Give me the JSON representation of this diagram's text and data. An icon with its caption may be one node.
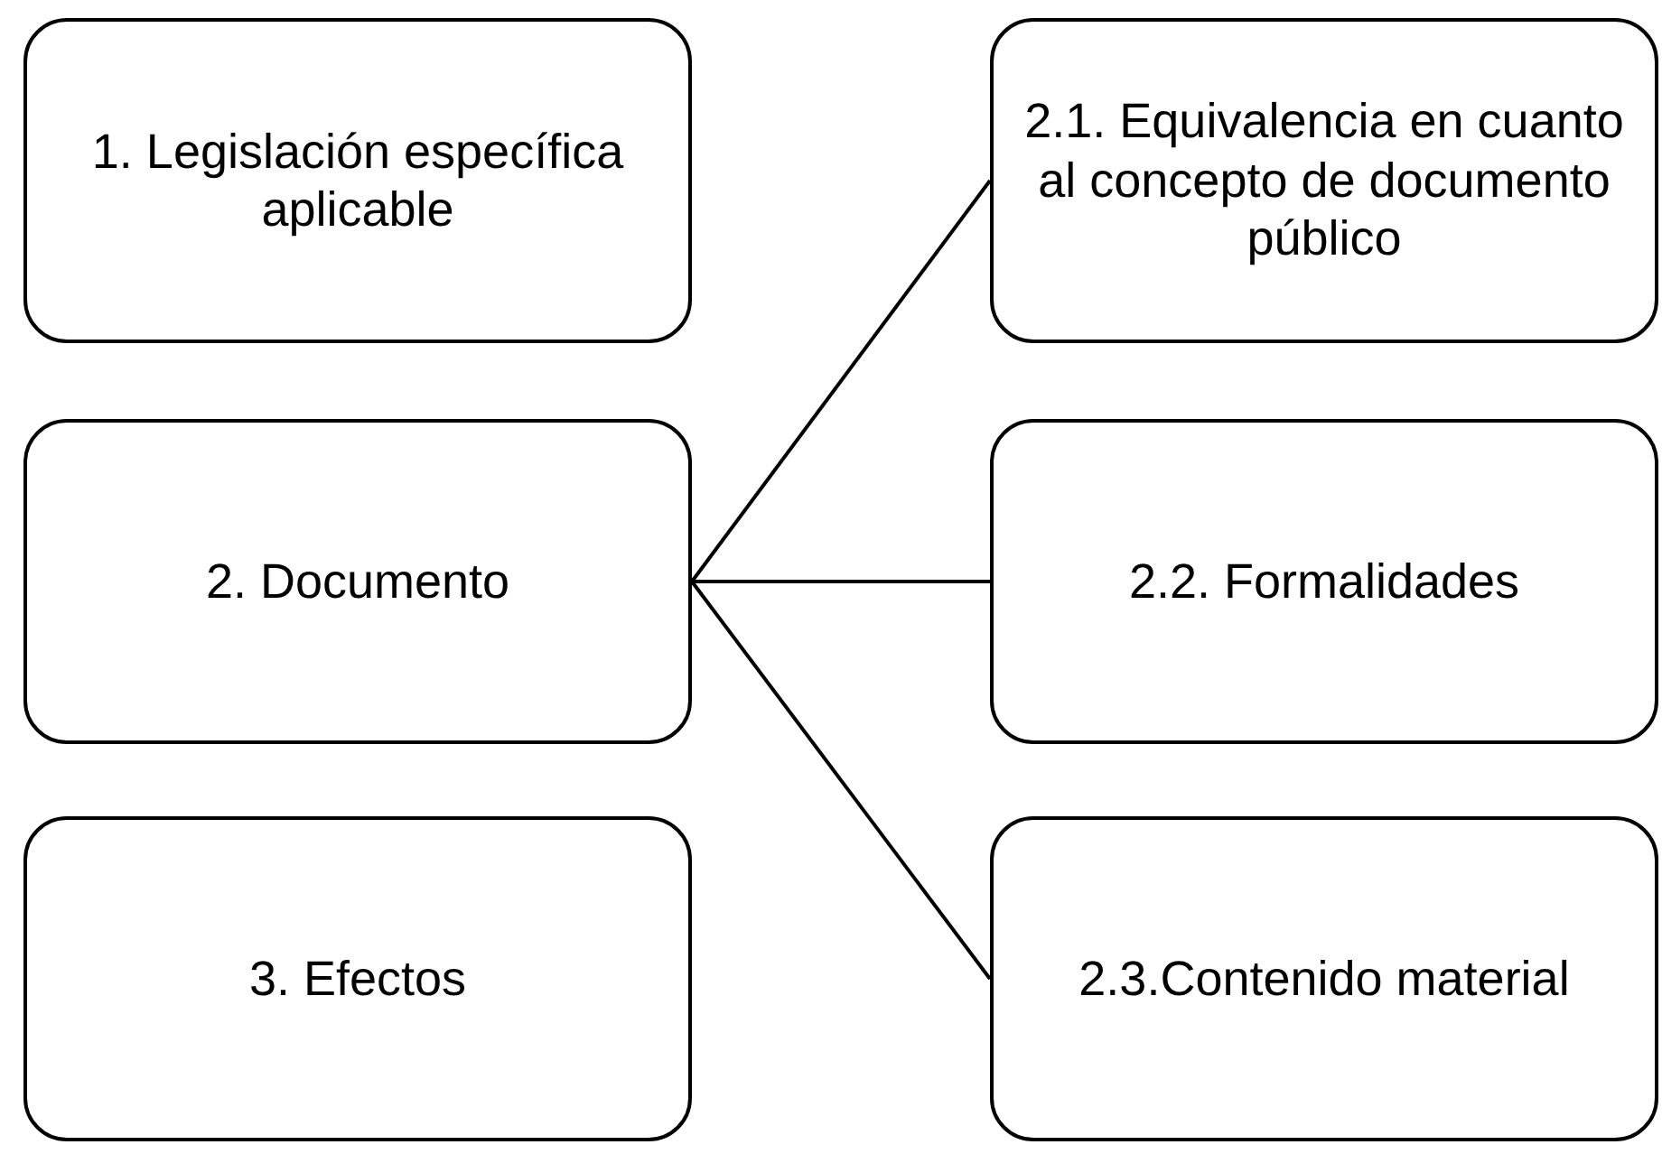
{
  "diagram": {
    "nodes": [
      {
        "text": [
          "1. Legislación específica aplicable"
        ]
      },
      {
        "text": [
          "2. Documento"
        ]
      },
      {
        "text": [
          "3. Efectos"
        ]
      },
      {
        "text": [
          "2.1. Equivalencia en cuanto al concepto de documento público"
        ]
      },
      {
        "text": [
          "2.2. Formalidades"
        ]
      },
      {
        "text": [
          "2.3.Contenido material"
        ]
      }
    ],
    "edges": [
      {
        "from": 1,
        "to": 3,
        "arrow": "none"
      },
      {
        "from": 1,
        "to": 4,
        "arrow": "none"
      },
      {
        "from": 1,
        "to": 5,
        "arrow": "none"
      }
    ]
  }
}
